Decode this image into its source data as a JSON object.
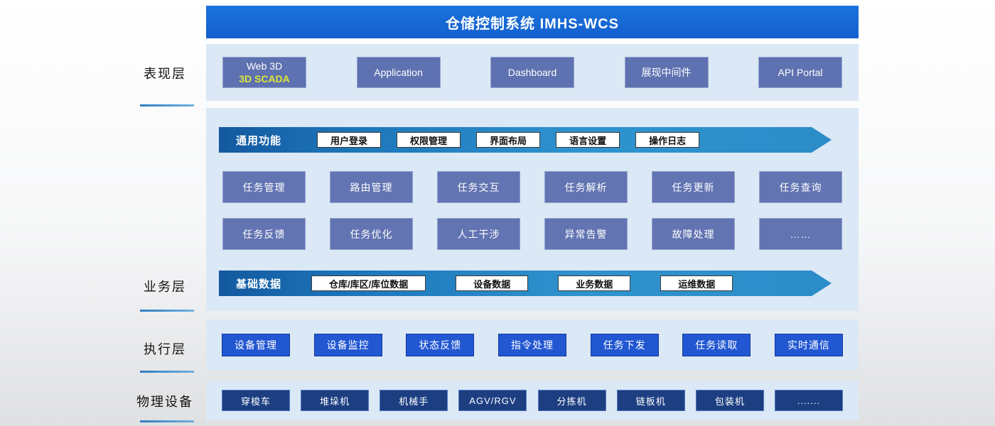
{
  "header": {
    "title": "仓储控制系统 IMHS-WCS"
  },
  "sidebar": {
    "presentation_label": "表现层",
    "business_label": "业务层",
    "execution_label": "执行层",
    "physical_label": "物理设备"
  },
  "presentation": {
    "items": [
      {
        "label": "Web 3D",
        "sublabel": "3D SCADA"
      },
      {
        "label": "Application"
      },
      {
        "label": "Dashboard"
      },
      {
        "label": "展现中间件"
      },
      {
        "label": "API Portal"
      }
    ]
  },
  "business": {
    "common": {
      "title": "通用功能",
      "tags": [
        "用户登录",
        "权限管理",
        "界面布局",
        "语言设置",
        "操作日志"
      ]
    },
    "grid": [
      [
        "任务管理",
        "路由管理",
        "任务交互",
        "任务解析",
        "任务更新",
        "任务查询"
      ],
      [
        "任务反馈",
        "任务优化",
        "人工干涉",
        "异常告警",
        "故障处理",
        "……"
      ]
    ],
    "basic": {
      "title": "基础数据",
      "tags": [
        "仓库/库区/库位数据",
        "设备数据",
        "业务数据",
        "运维数据"
      ]
    }
  },
  "execution": {
    "items": [
      "设备管理",
      "设备监控",
      "状态反馈",
      "指令处理",
      "任务下发",
      "任务读取",
      "实时通信"
    ]
  },
  "physical": {
    "items": [
      "穿梭车",
      "堆垛机",
      "机械手",
      "AGV/RGV",
      "分拣机",
      "链板机",
      "包装机",
      "......."
    ]
  },
  "colors": {
    "header_bg": "#1467d4",
    "band_bg": "#dbe8f5",
    "module_box": "#5e71b0",
    "banner_gradient_start": "#14599f",
    "banner_gradient_end": "#2f93ce",
    "execution_box": "#2257d2",
    "physical_box": "#1d3f82",
    "underline_accent": "#2f7dc0",
    "scada_text": "#dde838"
  }
}
